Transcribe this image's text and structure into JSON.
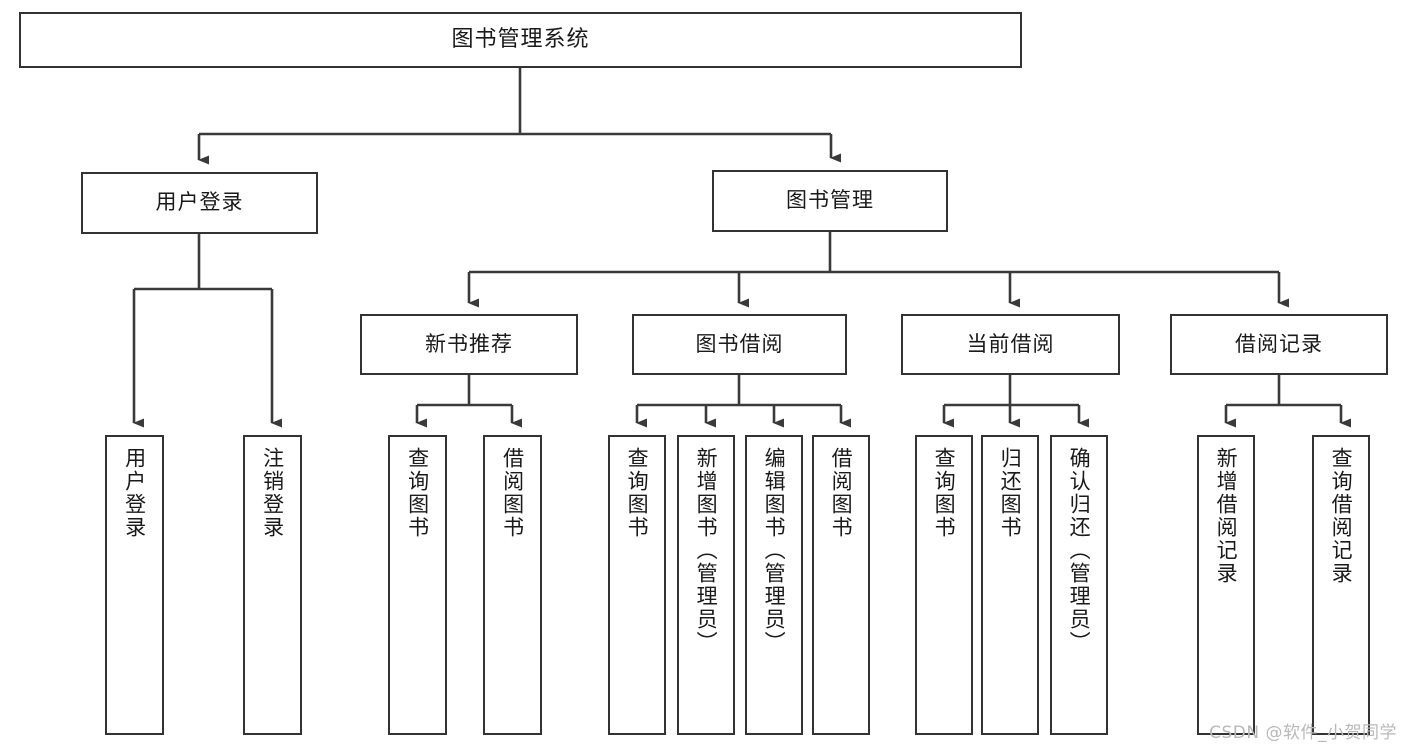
{
  "diagram": {
    "type": "tree-hierarchy",
    "title": "图书管理系统",
    "watermark": "CSDN @软件_小贺同学",
    "colors": {
      "box_border": "#333333",
      "box_fill": "#ffffff",
      "connector": "#3a3a3a",
      "text": "#1a1a1a",
      "watermark": "#b9b9b9",
      "canvas": "#ffffff"
    },
    "nodes": {
      "root": {
        "label": "图书管理系统",
        "level": 1,
        "orientation": "horizontal"
      },
      "level2": [
        {
          "id": "user-login",
          "label": "用户登录",
          "orientation": "horizontal"
        },
        {
          "id": "book-management",
          "label": "图书管理",
          "orientation": "horizontal"
        }
      ],
      "level3": [
        {
          "id": "new-book-recommend",
          "label": "新书推荐",
          "orientation": "horizontal"
        },
        {
          "id": "book-borrow",
          "label": "图书借阅",
          "orientation": "horizontal"
        },
        {
          "id": "current-borrow",
          "label": "当前借阅",
          "orientation": "horizontal"
        },
        {
          "id": "borrow-record",
          "label": "借阅记录",
          "orientation": "horizontal"
        }
      ],
      "leaves": {
        "user-login": [
          {
            "id": "leaf-user-login",
            "label": "用户登录",
            "orientation": "vertical"
          },
          {
            "id": "leaf-user-logout",
            "label": "注销登录",
            "orientation": "vertical"
          }
        ],
        "new-book-recommend": [
          {
            "id": "leaf-query-book-1",
            "label": "查询图书",
            "orientation": "vertical"
          },
          {
            "id": "leaf-borrow-book-1",
            "label": "借阅图书",
            "orientation": "vertical"
          }
        ],
        "book-borrow": [
          {
            "id": "leaf-query-book-2",
            "label": "查询图书",
            "orientation": "vertical"
          },
          {
            "id": "leaf-add-book",
            "label": "新增图书（管理员）",
            "orientation": "vertical"
          },
          {
            "id": "leaf-edit-book",
            "label": "编辑图书（管理员）",
            "orientation": "vertical"
          },
          {
            "id": "leaf-borrow-book-2",
            "label": "借阅图书",
            "orientation": "vertical"
          }
        ],
        "current-borrow": [
          {
            "id": "leaf-query-book-3",
            "label": "查询图书",
            "orientation": "vertical"
          },
          {
            "id": "leaf-return-book",
            "label": "归还图书",
            "orientation": "vertical"
          },
          {
            "id": "leaf-confirm-return",
            "label": "确认归还（管理员）",
            "orientation": "vertical"
          }
        ],
        "borrow-record": [
          {
            "id": "leaf-add-record",
            "label": "新增借阅记录",
            "orientation": "vertical"
          },
          {
            "id": "leaf-query-record",
            "label": "查询借阅记录",
            "orientation": "vertical"
          }
        ]
      }
    }
  }
}
